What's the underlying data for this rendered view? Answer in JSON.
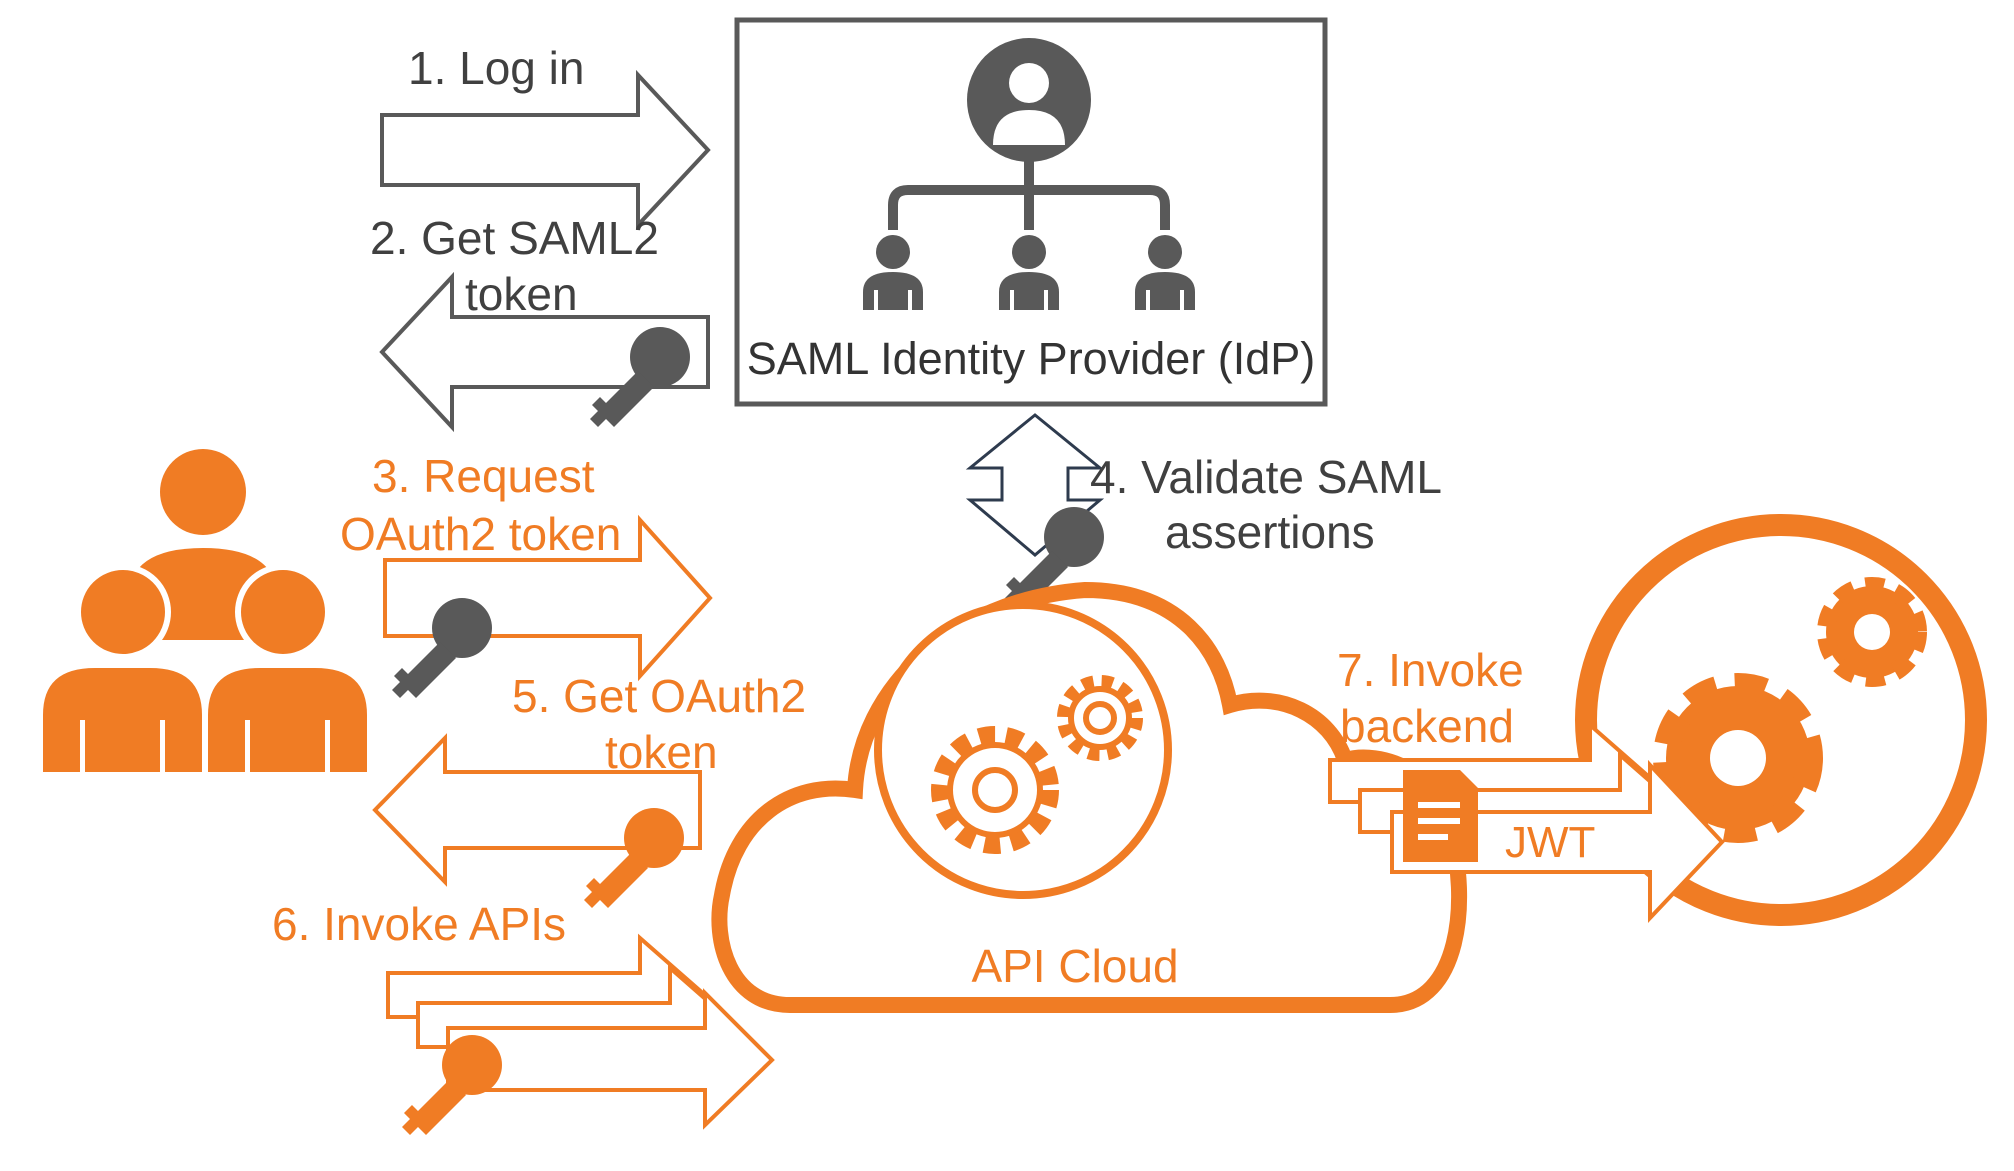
{
  "colors": {
    "orange": "#f07c24",
    "gray": "#595959",
    "dark": "#404040",
    "navy": "#2e3b4e"
  },
  "idp": {
    "label": "SAML Identity Provider (IdP)",
    "icon": "org-hierarchy-icon"
  },
  "cloud": {
    "label": "API Cloud",
    "icon": "gears-icon"
  },
  "backend": {
    "icon": "gears-icon"
  },
  "users": {
    "icon": "user-group-icon"
  },
  "steps": {
    "s1": {
      "line1": "1. Log in"
    },
    "s2": {
      "line1": "2. Get SAML2",
      "line2": "token"
    },
    "s3": {
      "line1": "3. Request",
      "line2": "OAuth2 token"
    },
    "s4": {
      "line1": "4. Validate SAML",
      "line2": "assertions"
    },
    "s5": {
      "line1": "5. Get OAuth2",
      "line2": "token"
    },
    "s6": {
      "line1": "6. Invoke APIs"
    },
    "s7": {
      "line1": "7. Invoke",
      "line2": "backend"
    }
  },
  "jwt": {
    "label": "JWT",
    "icon": "document-icon"
  }
}
